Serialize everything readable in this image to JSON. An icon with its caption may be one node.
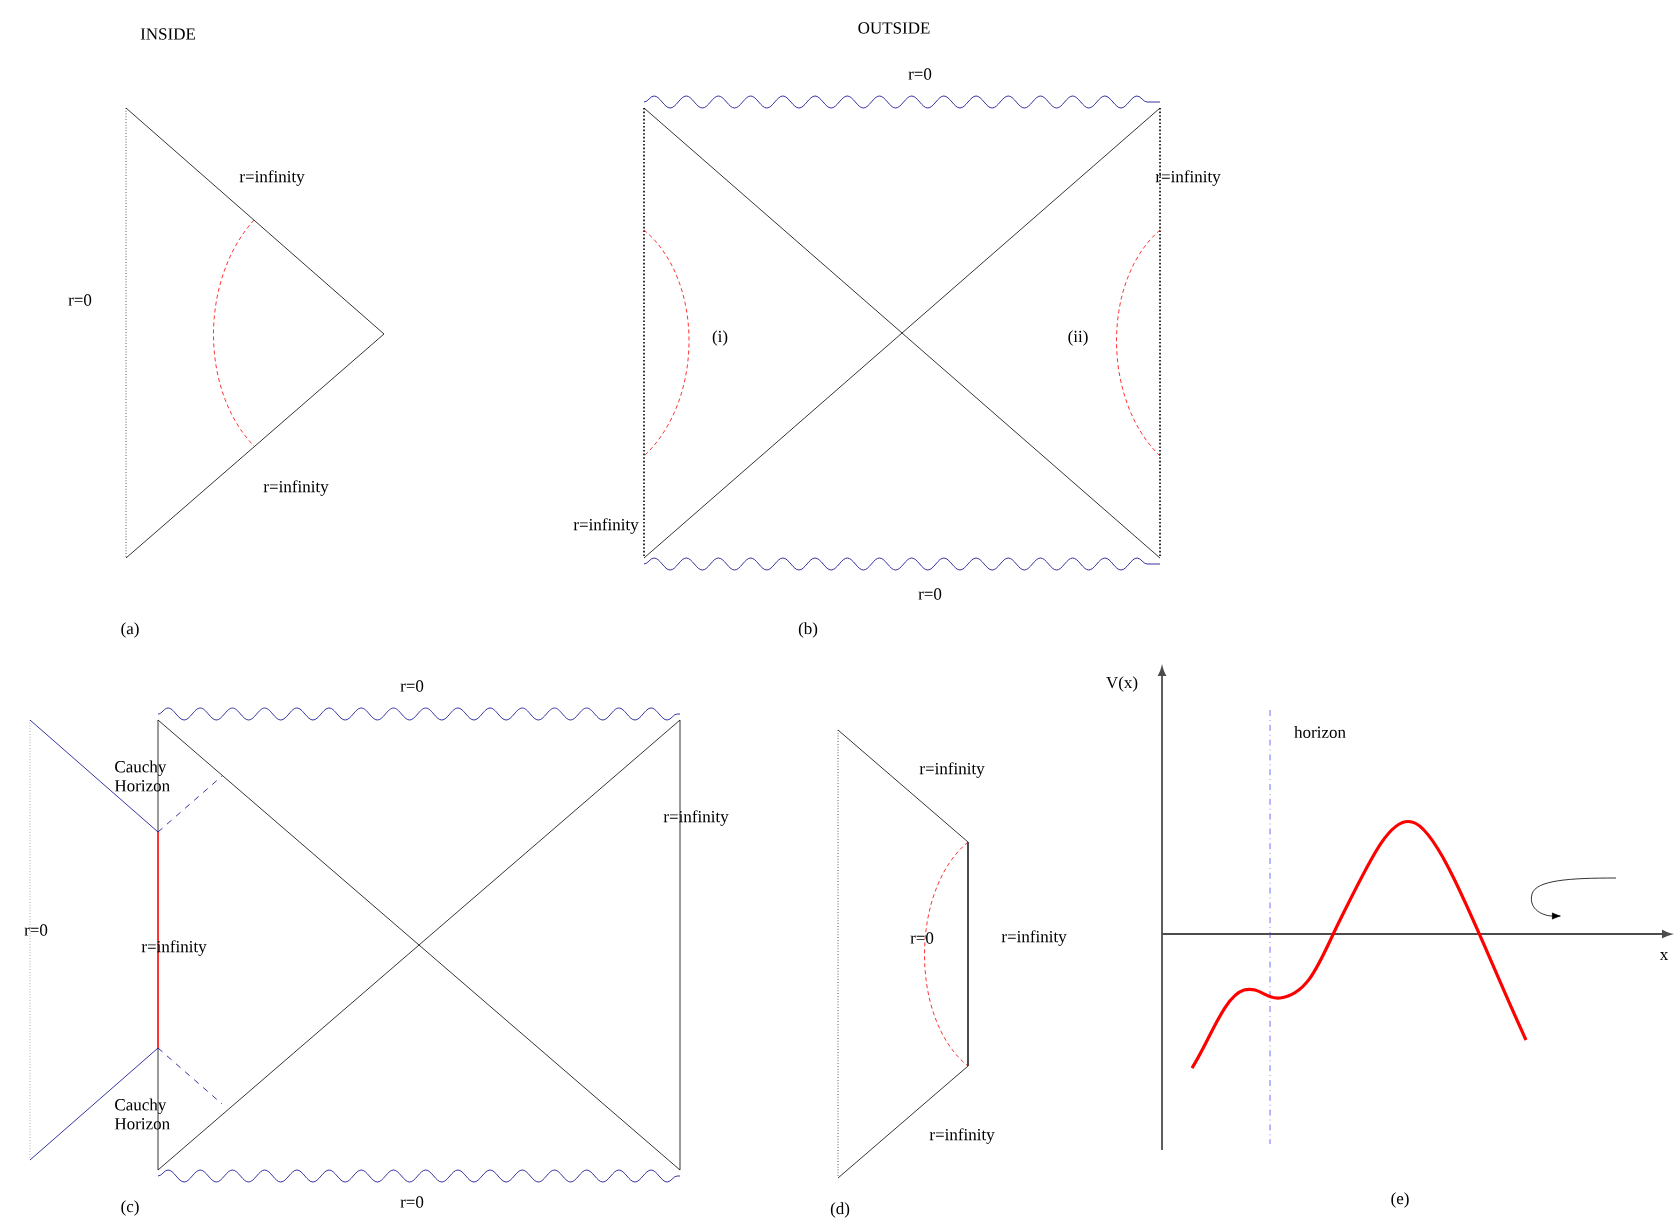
{
  "diagram": {
    "labels": [
      "INSIDE",
      "OUTSIDE",
      "r=0",
      "r=infinity",
      "r=infinity",
      "r=0",
      "(i)",
      "(ii)",
      "r=infinity",
      "r=infinity",
      "r=0",
      "(a)",
      "(b)",
      "r=0",
      "V(x)",
      "horizon",
      "Cauchy Horizon",
      "r=infinity",
      "r=infinity",
      "r=0",
      "r=infinity",
      "r=0",
      "r=infinity",
      "x",
      "Cauchy Horizon",
      "r=infinity",
      "(c)",
      "r=0",
      "(d)",
      "(e)"
    ]
  }
}
